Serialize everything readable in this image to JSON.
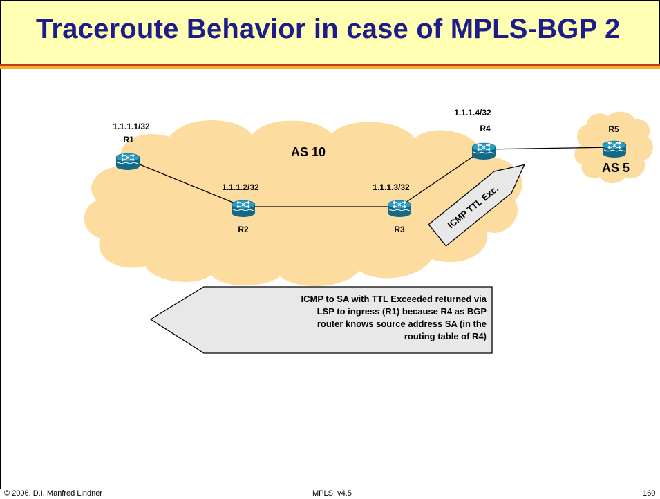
{
  "slide": {
    "title": "Traceroute Behavior in case of MPLS-BGP 2",
    "footer_left": "© 2006, D.I. Manfred Lindner",
    "footer_center": "MPLS, v4.5",
    "footer_right": "160"
  },
  "diagram": {
    "cloud_label": "AS 10",
    "as5_cloud_label": "AS 5",
    "routers": [
      {
        "name": "R1",
        "ip": "1.1.1.1/32"
      },
      {
        "name": "R2",
        "ip": "1.1.1.2/32"
      },
      {
        "name": "R3",
        "ip": "1.1.1.3/32"
      },
      {
        "name": "R4",
        "ip": "1.1.1.4/32"
      },
      {
        "name": "R5",
        "ip": ""
      }
    ],
    "icmp_arrow_label": "ICMP TTL Exc.",
    "callout_lines": [
      "ICMP to SA with TTL Exceeded returned via",
      "LSP to ingress (R1) because R4 as BGP",
      "router knows source address SA  (in the",
      "routing table of R4)"
    ],
    "colors": {
      "title_bg": "#ffffb4",
      "title_text": "#1c1c8a",
      "cloud_fill": "#fddca0",
      "router_fill": "#1f93b8",
      "arrow_fill": "#e8e8e8"
    }
  }
}
